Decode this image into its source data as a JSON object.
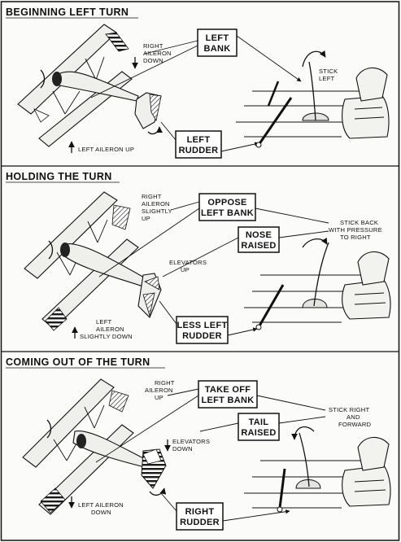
{
  "sections": [
    {
      "title": "BEGINNING LEFT TURN",
      "labels": {
        "right_aileron": [
          "RIGHT",
          "AILERON",
          "DOWN"
        ],
        "left_aileron": [
          "LEFT AILERON UP"
        ],
        "stick": [
          "STICK",
          "LEFT"
        ]
      },
      "boxes": {
        "bank": [
          "LEFT",
          "BANK"
        ],
        "rudder": [
          "LEFT",
          "RUDDER"
        ]
      }
    },
    {
      "title": "HOLDING THE TURN",
      "labels": {
        "right_aileron": [
          "RIGHT",
          "AILERON",
          "SLIGHTLY",
          "UP"
        ],
        "elevators": [
          "ELEVATORS",
          "UP"
        ],
        "left_aileron": [
          "LEFT",
          "AILERON",
          "SLIGHTLY DOWN"
        ],
        "stick": [
          "STICK BACK",
          "WITH PRESSURE",
          "TO RIGHT"
        ]
      },
      "boxes": {
        "bank": [
          "OPPOSE",
          "LEFT BANK"
        ],
        "nose": [
          "NOSE",
          "RAISED"
        ],
        "rudder": [
          "LESS LEFT",
          "RUDDER"
        ]
      }
    },
    {
      "title": "COMING OUT OF THE TURN",
      "labels": {
        "right_aileron": [
          "RIGHT",
          "AILERON",
          "UP"
        ],
        "elevators": [
          "ELEVATORS",
          "DOWN"
        ],
        "left_aileron": [
          "LEFT AILERON",
          "DOWN"
        ],
        "stick": [
          "STICK RIGHT",
          "AND",
          "FORWARD"
        ]
      },
      "boxes": {
        "bank": [
          "TAKE OFF",
          "LEFT BANK"
        ],
        "tail": [
          "TAIL",
          "RAISED"
        ],
        "rudder": [
          "RIGHT",
          "RUDDER"
        ]
      }
    }
  ]
}
